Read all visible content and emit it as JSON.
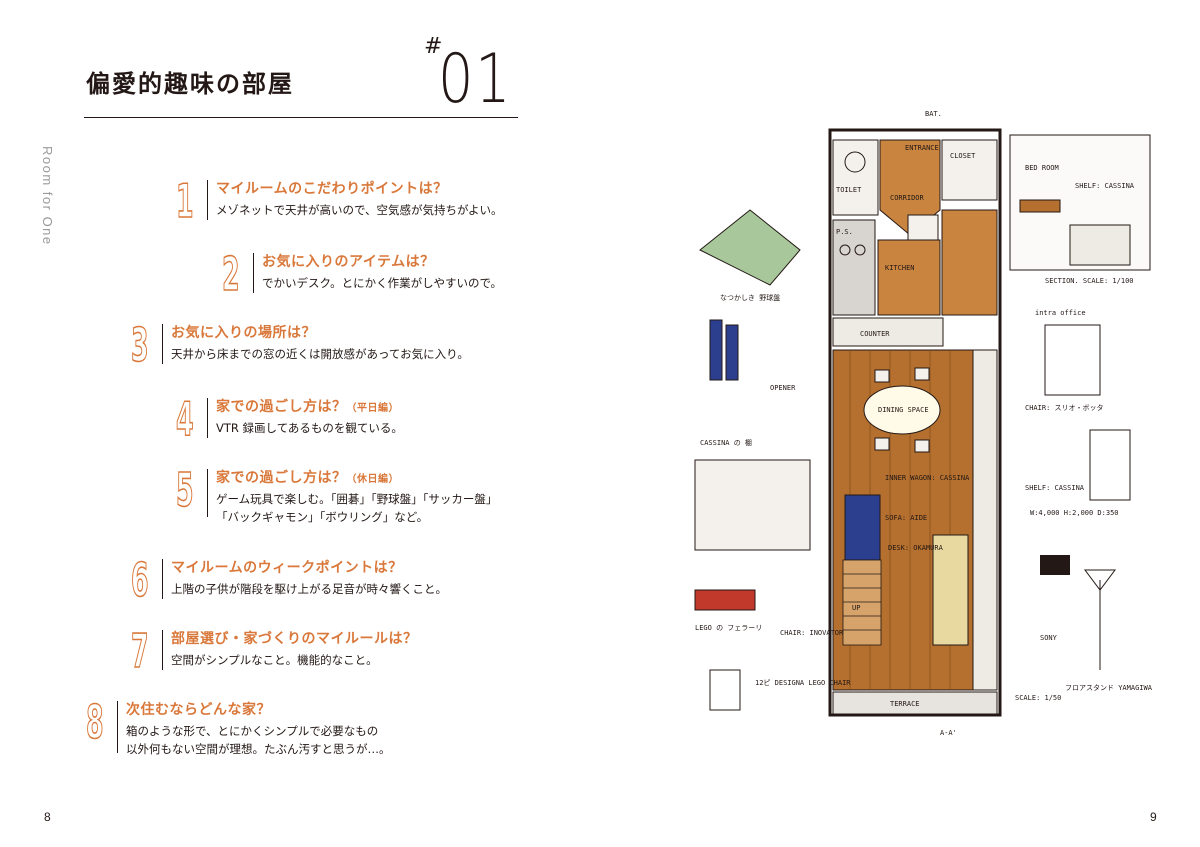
{
  "header": {
    "title": "偏愛的趣味の部屋",
    "hash": "#",
    "number": "01"
  },
  "side_label": "Room for One",
  "qa": [
    {
      "num": "1",
      "q": "マイルームのこだわりポイントは？",
      "q_small": "",
      "a1": "メゾネットで天井が高いので、空気感が気持ちがよい。",
      "a2": ""
    },
    {
      "num": "2",
      "q": "お気に入りのアイテムは？",
      "q_small": "",
      "a1": "でかいデスク。とにかく作業がしやすいので。",
      "a2": ""
    },
    {
      "num": "3",
      "q": "お気に入りの場所は？",
      "q_small": "",
      "a1": "天井から床までの窓の近くは開放感があってお気に入り。",
      "a2": ""
    },
    {
      "num": "4",
      "q": "家での過ごし方は？",
      "q_small": "（平日編）",
      "a1": "VTR 録画してあるものを観ている。",
      "a2": ""
    },
    {
      "num": "5",
      "q": "家での過ごし方は？",
      "q_small": "（休日編）",
      "a1": "ゲーム玩具で楽しむ。「囲碁」「野球盤」「サッカー盤」",
      "a2": "「バックギャモン」「ボウリング」など。"
    },
    {
      "num": "6",
      "q": "マイルームのウィークポイントは？",
      "q_small": "",
      "a1": "上階の子供が階段を駆け上がる足音が時々響くこと。",
      "a2": ""
    },
    {
      "num": "7",
      "q": "部屋選び・家づくりのマイルールは？",
      "q_small": "",
      "a1": "空間がシンプルなこと。機能的なこと。",
      "a2": ""
    },
    {
      "num": "8",
      "q": "次住むならどんな家？",
      "q_small": "",
      "a1": "箱のような形で、とにかくシンプルで必要なもの",
      "a2": "以外何もない空間が理想。たぶん汚すと思うが…。"
    }
  ],
  "plan_labels": {
    "bat": "BAT.",
    "entrance": "ENTRANCE",
    "closet": "CLOSET",
    "toilet": "TOILET",
    "corridor": "CORRIDOR",
    "ps": "P.S.",
    "kitchen": "KITCHEN",
    "counter": "COUNTER",
    "dining": "DINING SPACE",
    "inner_wagon": "INNER WAGON: CASSINA",
    "sofa": "SOFA: AIDE",
    "desk": "DESK: OKAMURA",
    "chair": "CHAIR: INOVATOR",
    "up": "UP",
    "terrace": "TERRACE",
    "section_mark": "A-A'",
    "section": "SECTION. SCALE: 1/100",
    "bed_room": "BED ROOM",
    "shelf_top": "SHELF: CASSINA",
    "intra_office": "intra office",
    "chair_right": "CHAIR: スリオ・ボッタ",
    "shelf_right": "SHELF: CASSINA",
    "dims": "W:4,000 H:2,000 D:350",
    "sony": "SONY",
    "floor_stand": "フロアスタンド YAMAGIWA",
    "scale": "SCALE: 1/50",
    "lego": "LEGO の フェラーリ",
    "lego_chair": "12ピ DESIGNA LEGO CHAIR",
    "opener": "OPENER",
    "cassina_note": "CASSINA の 棚",
    "baseball": "なつかしき 野球盤"
  },
  "pages": {
    "left": "8",
    "right": "9"
  },
  "colors": {
    "accent": "#d9783a",
    "text": "#231815",
    "wood": "#b5702f",
    "sofa": "#2c3f8f"
  }
}
